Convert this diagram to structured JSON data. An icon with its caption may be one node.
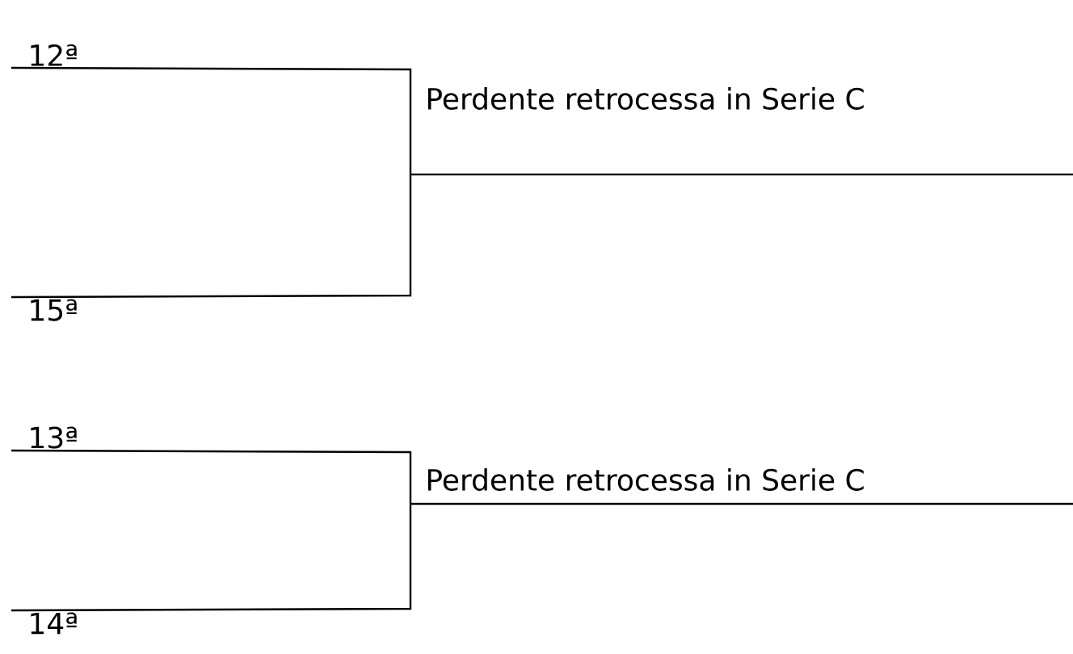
{
  "diagram": {
    "nodes": [
      {
        "text": [
          "12ª"
        ]
      },
      {
        "text": [
          "Perdente retrocessa in Serie C"
        ]
      },
      {
        "text": [
          "15ª"
        ]
      },
      {
        "text": [
          "13ª"
        ]
      },
      {
        "text": [
          "Perdente retrocessa in Serie C"
        ]
      },
      {
        "text": [
          "14ª"
        ]
      }
    ],
    "edges": [
      {
        "from": 0,
        "to": 1,
        "arrow": "none"
      },
      {
        "from": 2,
        "to": 1,
        "arrow": "none"
      },
      {
        "from": 3,
        "to": 4,
        "arrow": "none"
      },
      {
        "from": 5,
        "to": 4,
        "arrow": "none"
      }
    ]
  }
}
